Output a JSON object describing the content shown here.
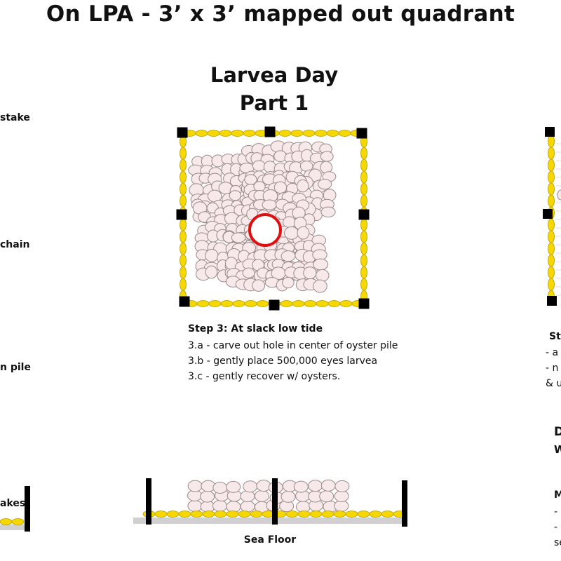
{
  "title": "On LPA - 3’  x 3’  mapped out quadrant",
  "panel": {
    "heading_line1": "Larvea Day",
    "heading_line2": "Part 1"
  },
  "left_labels": [
    "stake",
    "chain",
    "n pile",
    "akes"
  ],
  "step": {
    "heading": "Step 3: At slack low tide",
    "lines": [
      "3.a - carve out hole in center of oyster pile",
      "3.b - gently place 500,000 eyes larvea",
      "3.c - gently recover w/ oysters."
    ]
  },
  "right_fragments": {
    "step_head": "St",
    "line1": "- a",
    "line2": "- n",
    "line3": "& u",
    "big_d": "D",
    "big_w": "W",
    "m": "M",
    "dash1": "-",
    "dash2": "-",
    "se": "se"
  },
  "side_view": {
    "label": "Sea Floor"
  },
  "colors": {
    "chain": "#f5d800",
    "chain_outline": "#b89b00",
    "oyster_fill": "#f7e9e9",
    "oyster_outline": "#9a8a8a",
    "larvae_ring": "#e01010",
    "stake": "#000000",
    "sea_floor": "#d0d0d0"
  }
}
